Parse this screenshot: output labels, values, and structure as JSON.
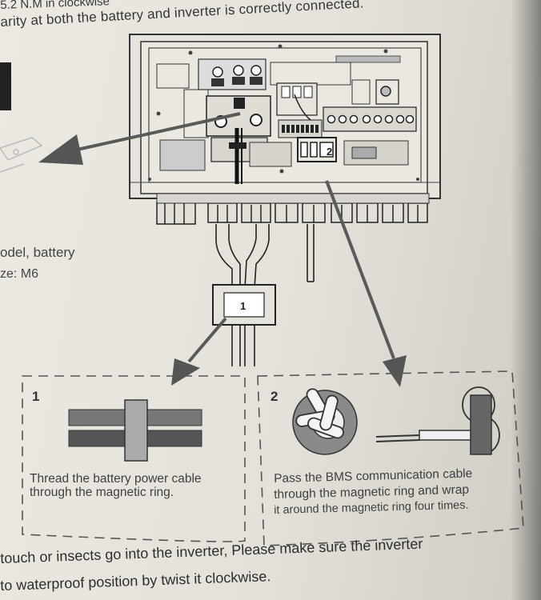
{
  "top_text": {
    "line1": "5.2 N.M in clockwise",
    "line2": "arity at both the battery and inverter is correctly connected."
  },
  "side_text": {
    "line1": "odel, battery",
    "line2": "ze: M6"
  },
  "diagram": {
    "tag_1": "1",
    "tag_2": "2"
  },
  "panels": [
    {
      "number": "1",
      "caption_line1": "Thread the battery power cable",
      "caption_line2": "through the magnetic ring."
    },
    {
      "number": "2",
      "caption_line1": "Pass the BMS communication cable",
      "caption_line2": "through the magnetic ring and wrap",
      "caption_line3": "it around the magnetic ring four times."
    }
  ],
  "bottom_text": {
    "line1": "touch or insects go into the inverter, Please make sure the inverter",
    "line2": "to waterproof position by twist it clockwise."
  }
}
